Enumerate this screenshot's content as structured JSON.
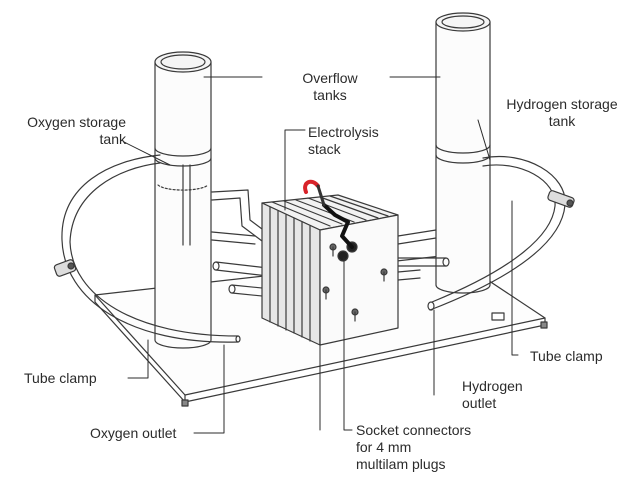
{
  "labels": {
    "overflow_tanks": [
      "Overflow",
      "tanks"
    ],
    "hydrogen_storage_tank": [
      "Hydrogen storage",
      "tank"
    ],
    "oxygen_storage_tank": [
      "Oxygen storage",
      "tank"
    ],
    "electrolysis_stack": [
      "Electrolysis",
      "stack"
    ],
    "tube_clamp_left": "Tube clamp",
    "tube_clamp_right": "Tube clamp",
    "oxygen_outlet": "Oxygen outlet",
    "hydrogen_outlet": [
      "Hydrogen",
      "outlet"
    ],
    "socket_connectors": [
      "Socket connectors",
      "for 4 mm",
      "multilam plugs"
    ]
  },
  "colors": {
    "line": "#3a3a3a",
    "plug_red": "#d8232a",
    "label_text": "#2b2b2b"
  }
}
